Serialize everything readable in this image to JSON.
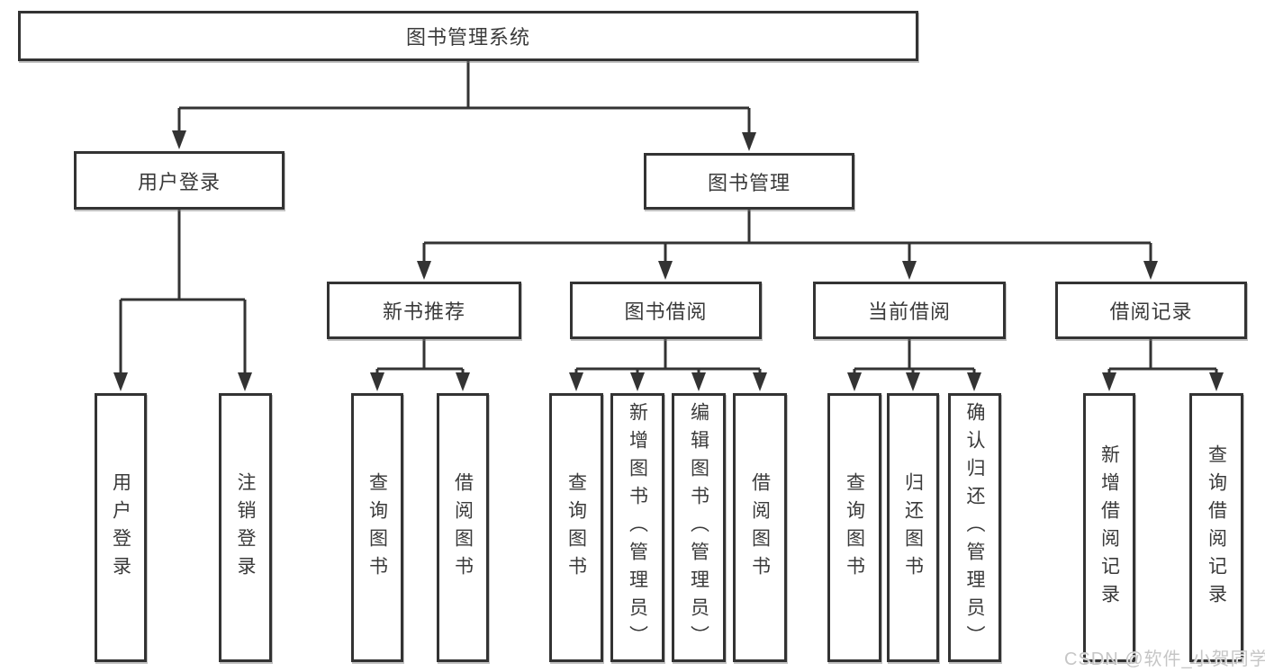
{
  "tree": {
    "root": "图书管理系统",
    "branches": [
      {
        "label": "用户登录",
        "leaves": [
          "用户登录",
          "注销登录"
        ]
      },
      {
        "label": "图书管理",
        "groups": [
          {
            "label": "新书推荐",
            "leaves": [
              "查询图书",
              "借阅图书"
            ]
          },
          {
            "label": "图书借阅",
            "leaves": [
              "查询图书",
              "新增图书（管理员）",
              "编辑图书（管理员）",
              "借阅图书"
            ]
          },
          {
            "label": "当前借阅",
            "leaves": [
              "查询图书",
              "归还图书",
              "确认归还（管理员）"
            ]
          },
          {
            "label": "借阅记录",
            "leaves": [
              "新增借阅记录",
              "查询借阅记录"
            ]
          }
        ]
      }
    ]
  },
  "watermark": "CSDN @软件_小贺同学",
  "colors": {
    "line": "#333333",
    "text": "#3a3a3a",
    "watermark": "#c6c6c6",
    "background": "#ffffff"
  }
}
